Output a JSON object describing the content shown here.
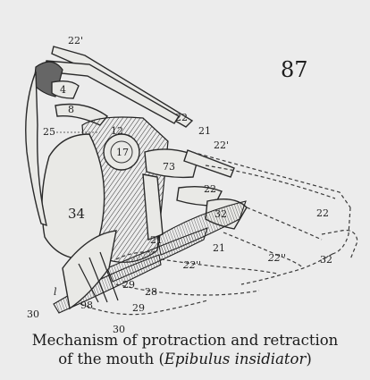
{
  "figure": {
    "number": "87",
    "caption_line1": "Mechanism of protraction and retraction",
    "caption_line2_prefix": "of the mouth (",
    "caption_species": "Epibulus insidiator",
    "caption_line2_suffix": ")",
    "labels": {
      "l22p_top": "22'",
      "l4": "4",
      "l8": "8",
      "l25": "25",
      "l12": "12",
      "l22_a": "22",
      "l21_a": "21",
      "l22p_mid": "22'",
      "l17": "17",
      "l73": "73",
      "l22_b": "22",
      "l32_a": "32",
      "l22_c": "22",
      "l34": "34",
      "l21_b": "21",
      "l21_c": "21",
      "l22pp_a": "22''",
      "l22pp_b": "22''",
      "l32_b": "32",
      "l_l": "l",
      "l29_a": "29",
      "l28": "28",
      "l98": "98",
      "l29_b": "29",
      "l30_a": "30",
      "l30_b": "30"
    }
  }
}
